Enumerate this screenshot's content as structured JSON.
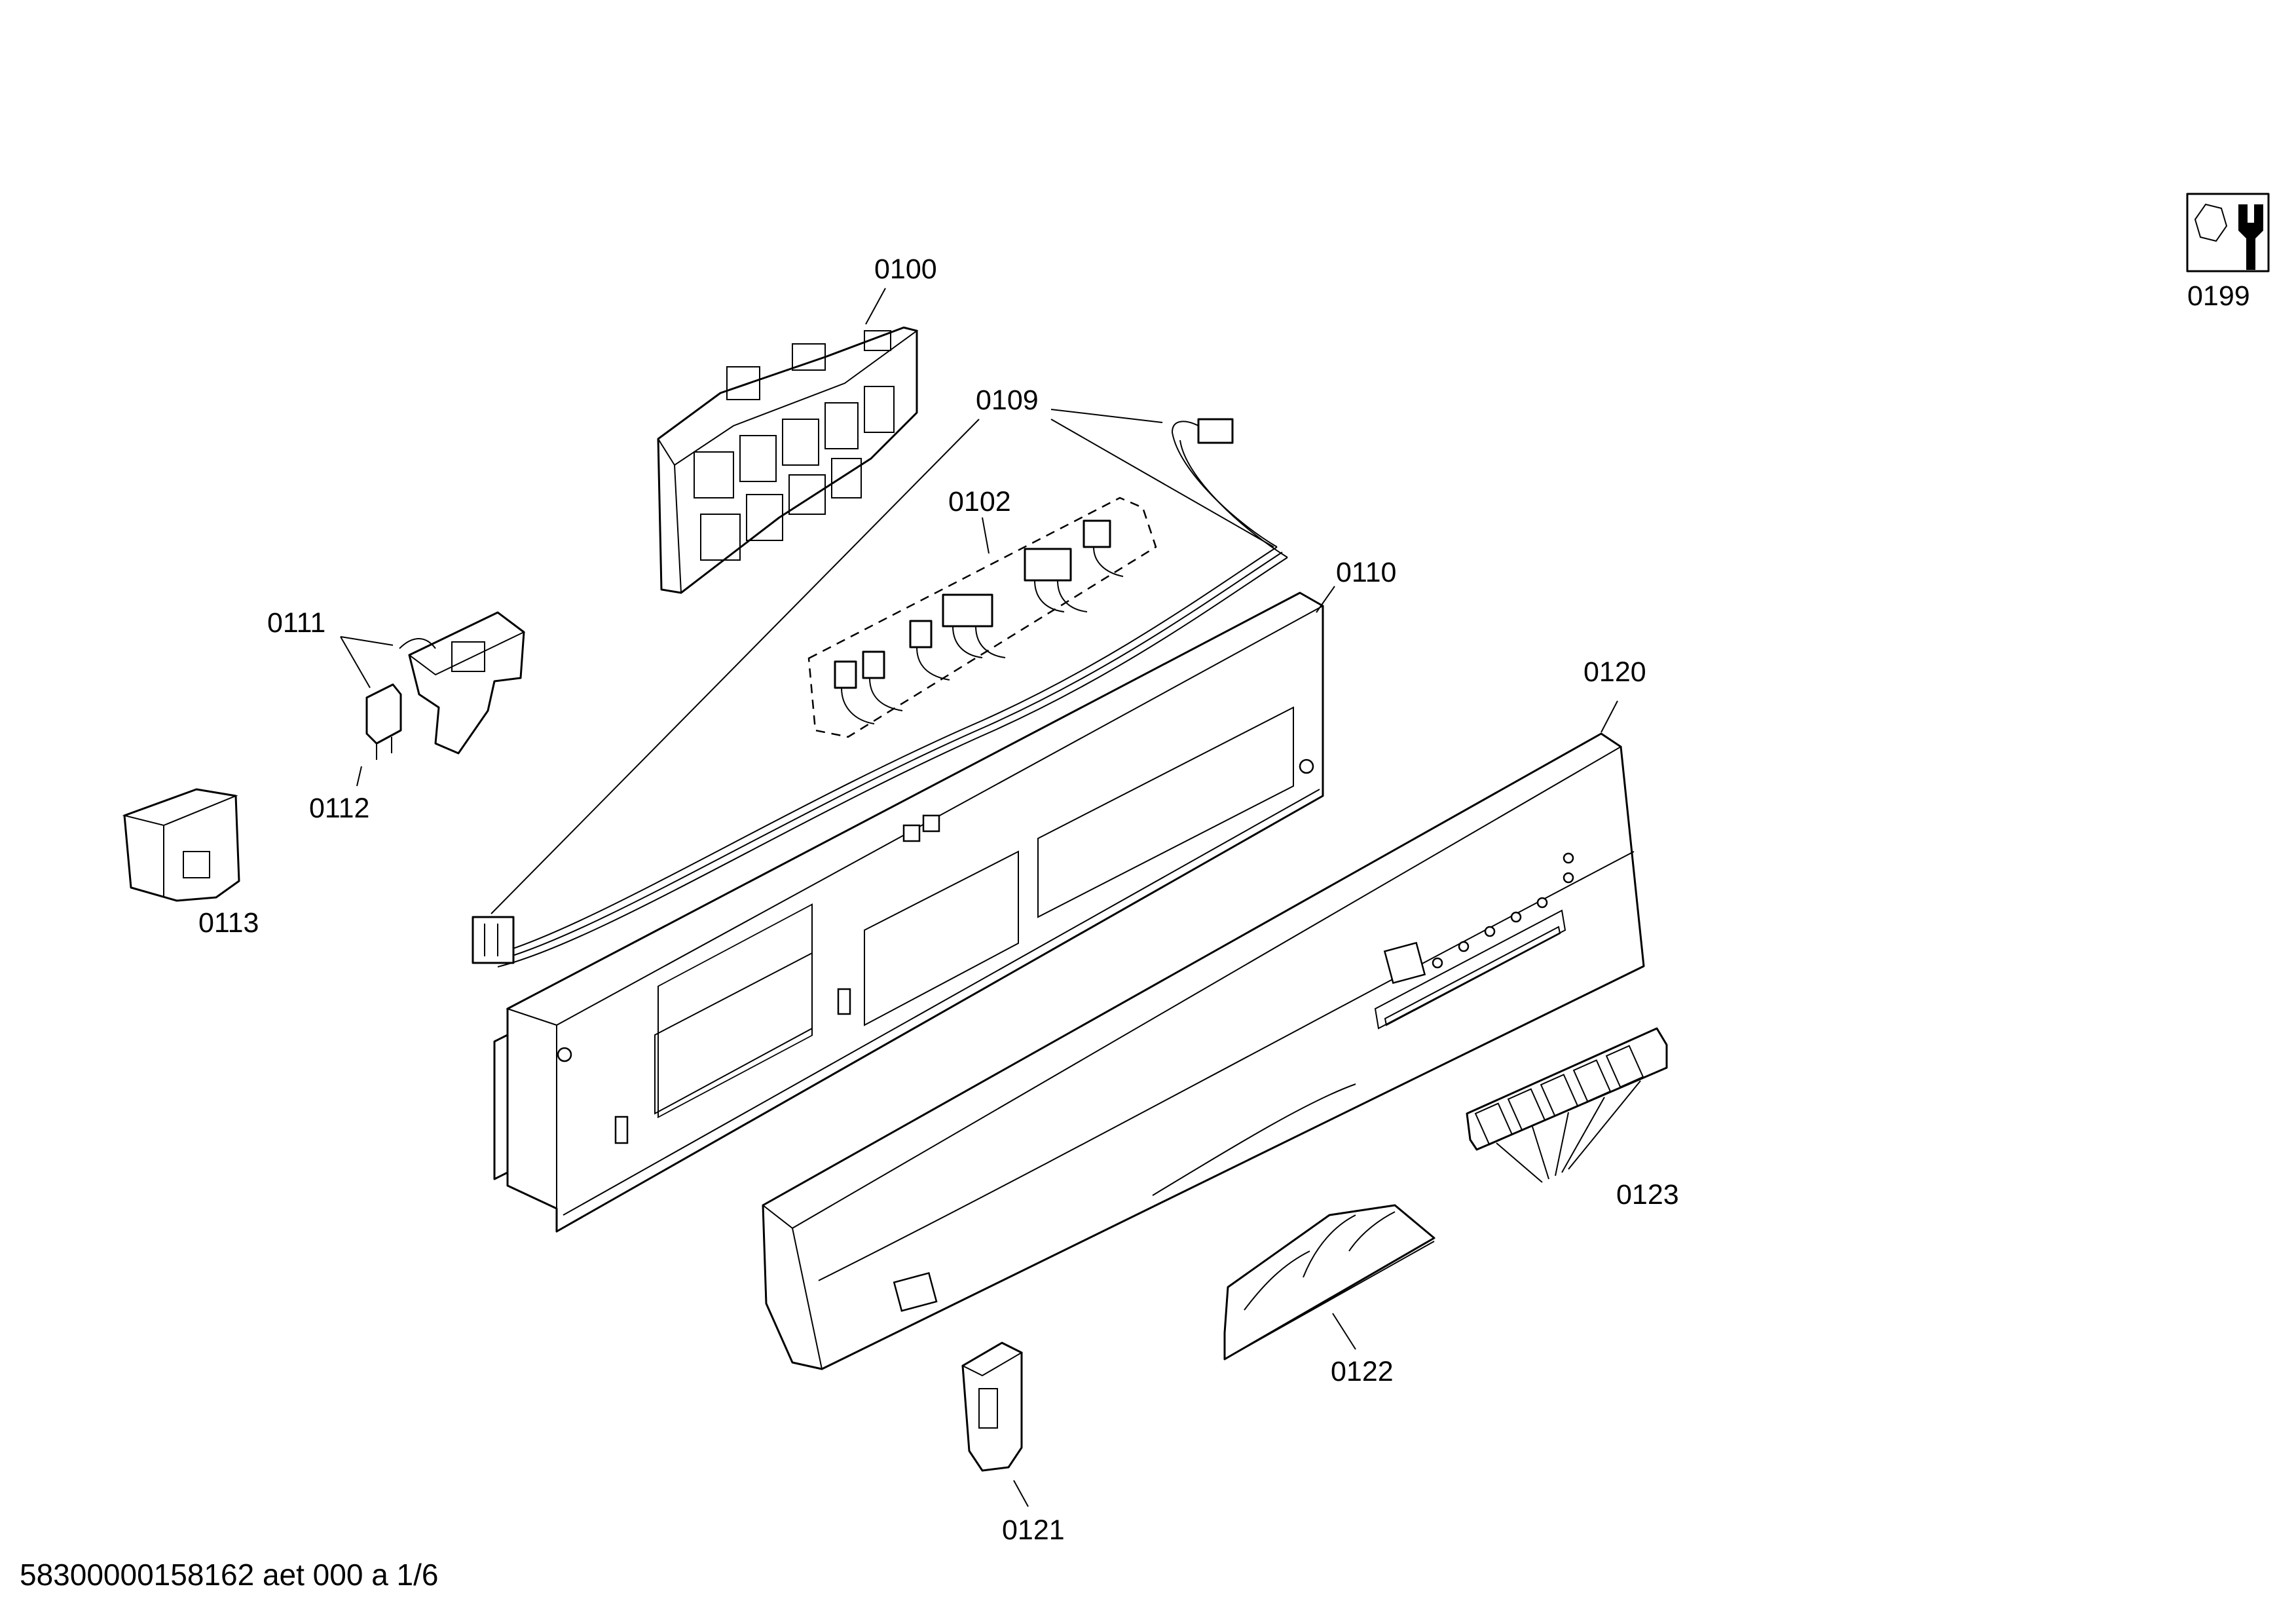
{
  "labels": {
    "p0100": "0100",
    "p0102": "0102",
    "p0109": "0109",
    "p0110": "0110",
    "p0111": "0111",
    "p0112": "0112",
    "p0113": "0113",
    "p0120": "0120",
    "p0121": "0121",
    "p0122": "0122",
    "p0123": "0123",
    "p0199": "0199"
  },
  "footer": {
    "doc_id": "58300000158162 aet 000 a 1/6"
  },
  "icons": {
    "tool": "nut-and-wrench-icon"
  },
  "colors": {
    "line": "#000000",
    "background": "#ffffff"
  }
}
